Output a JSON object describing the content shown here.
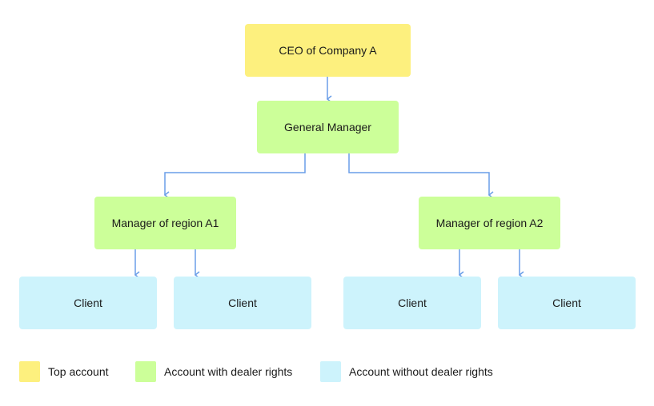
{
  "nodes": {
    "ceo": "CEO of Company A",
    "general_manager": "General Manager",
    "manager_a1": "Manager of region A1",
    "manager_a2": "Manager of region A2",
    "client_1": "Client",
    "client_2": "Client",
    "client_3": "Client",
    "client_4": "Client"
  },
  "legend": [
    {
      "label": "Top account",
      "color": "#fdf07e"
    },
    {
      "label": "Account with dealer rights",
      "color": "#ccff99"
    },
    {
      "label": "Account without dealer rights",
      "color": "#cdf3fc"
    }
  ],
  "colors": {
    "top_account": "#fdf07e",
    "dealer": "#ccff99",
    "no_dealer": "#cdf3fc",
    "connector": "#6a9ee8"
  }
}
